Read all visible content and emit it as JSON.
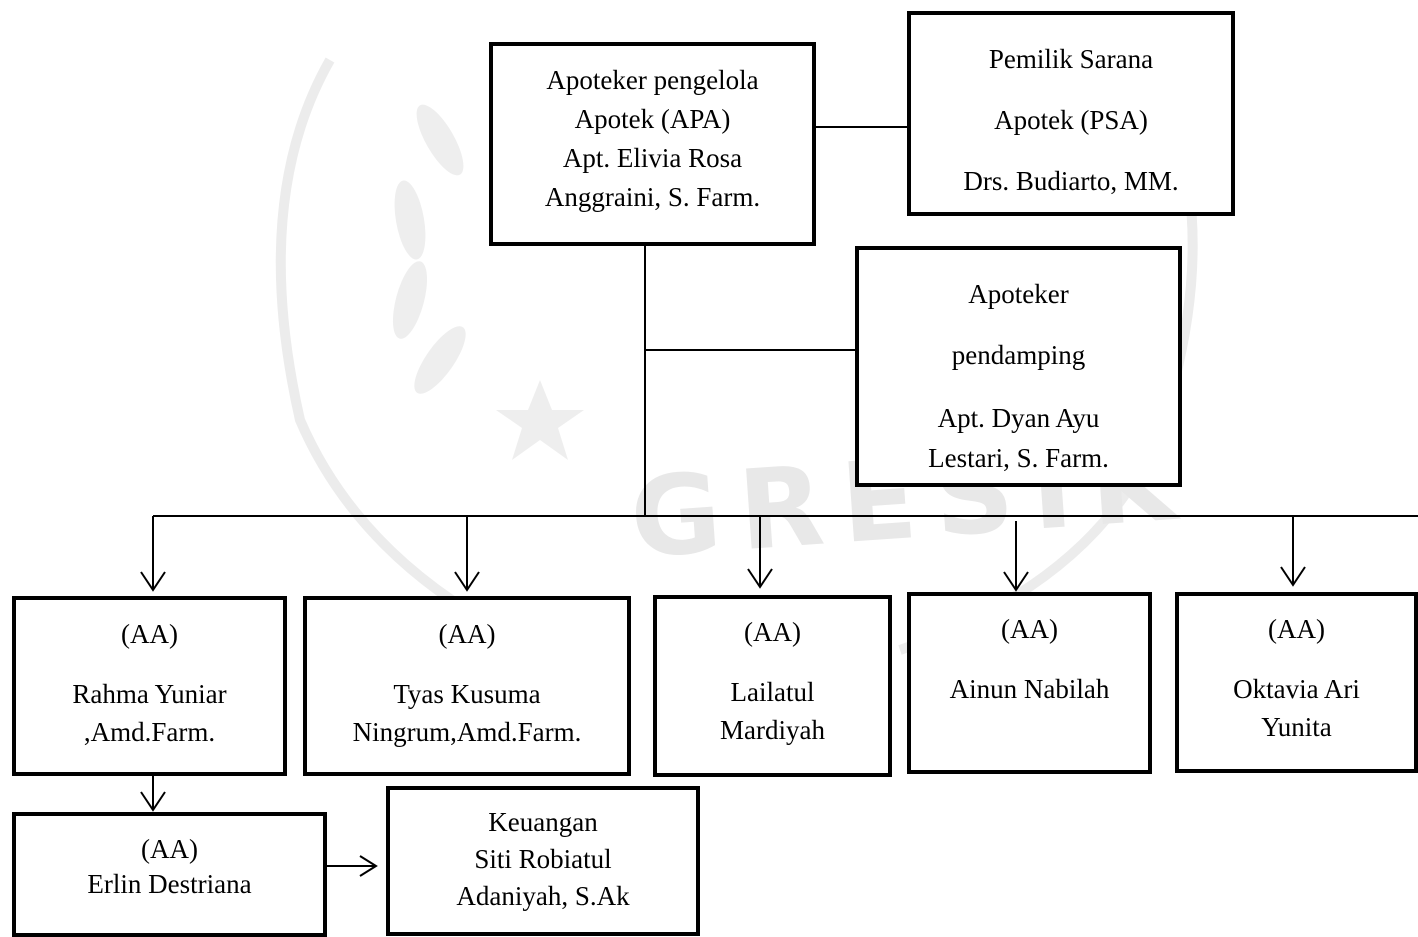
{
  "diagram": {
    "boxes": {
      "apa": [
        "Apoteker pengelola",
        "Apotek (APA)",
        "Apt. Elivia Rosa",
        "Anggraini, S. Farm."
      ],
      "psa": [
        "Pemilik Sarana",
        "Apotek (PSA)",
        "Drs. Budiarto, MM."
      ],
      "pendamping": [
        "Apoteker",
        "pendamping",
        "Apt. Dyan Ayu",
        "Lestari, S. Farm."
      ],
      "aa1": [
        "(AA)",
        "Rahma Yuniar",
        ",Amd.Farm."
      ],
      "aa2": [
        "(AA)",
        "Tyas Kusuma",
        "Ningrum,Amd.Farm."
      ],
      "aa3": [
        "(AA)",
        "Lailatul",
        "Mardiyah"
      ],
      "aa4": [
        "(AA)",
        "Ainun Nabilah"
      ],
      "aa5": [
        "(AA)",
        "Oktavia Ari",
        "Yunita"
      ],
      "aa6": [
        "(AA)",
        "Erlin Destriana"
      ],
      "keuangan": [
        "Keuangan",
        "Siti Robiatul",
        "Adaniyah, S.Ak"
      ]
    },
    "watermark_text": "GRESIK"
  }
}
